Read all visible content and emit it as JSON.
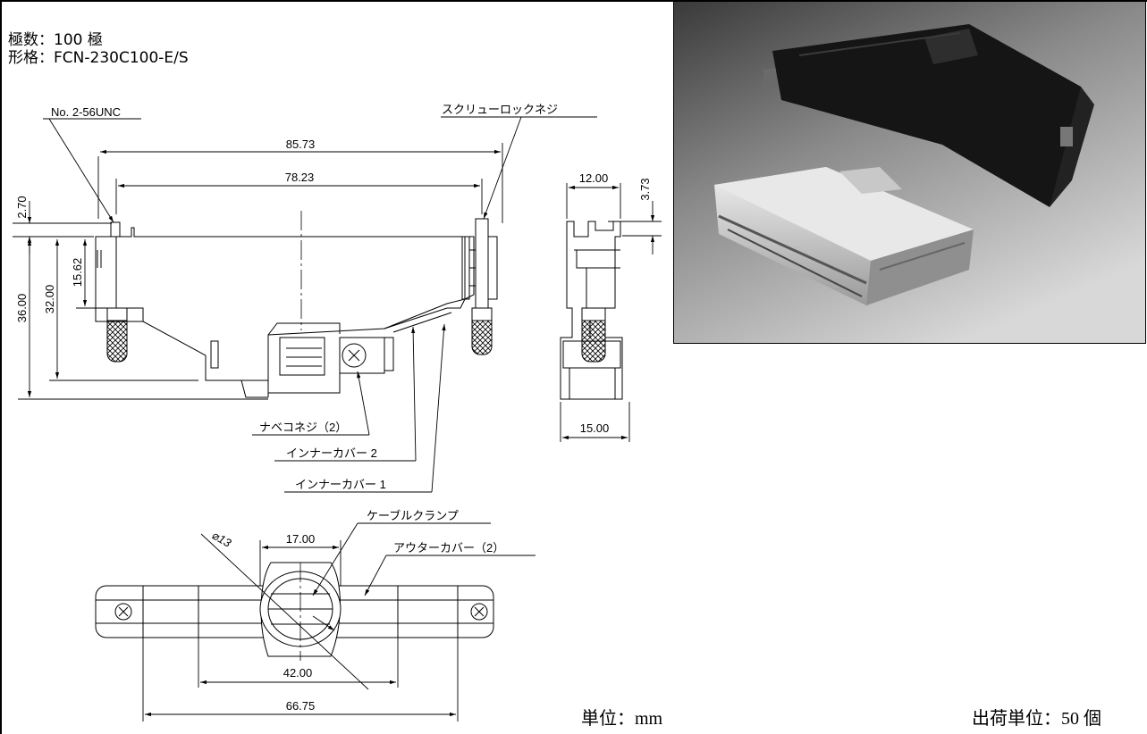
{
  "spec": {
    "poles": "極数：100 極",
    "model": "形格：FCN-230C100-E/S"
  },
  "dimensions": {
    "overall_width": "85.73",
    "screw_pitch": "78.23",
    "top_offset": "2.70",
    "overall_height": "36.00",
    "body_height": "32.00",
    "screw_height": "15.62",
    "side_width": "12.00",
    "side_offset": "3.73",
    "side_base_width": "15.00",
    "clamp_width": "17.00",
    "cable_diameter": "⌀13",
    "inner_width": "42.00",
    "bottom_width": "66.75"
  },
  "labels": {
    "thread": "No. 2-56UNC",
    "lock_screw": "スクリューロックネジ",
    "pan_screw": "ナベコネジ（2）",
    "inner_cover_2": "インナーカバー 2",
    "inner_cover_1": "インナーカバー 1",
    "cable_clamp": "ケーブルクランプ",
    "outer_cover": "アウターカバー（2）"
  },
  "footer": {
    "unit": "単位：mm",
    "shipping_unit": "出荷単位：50 個"
  }
}
